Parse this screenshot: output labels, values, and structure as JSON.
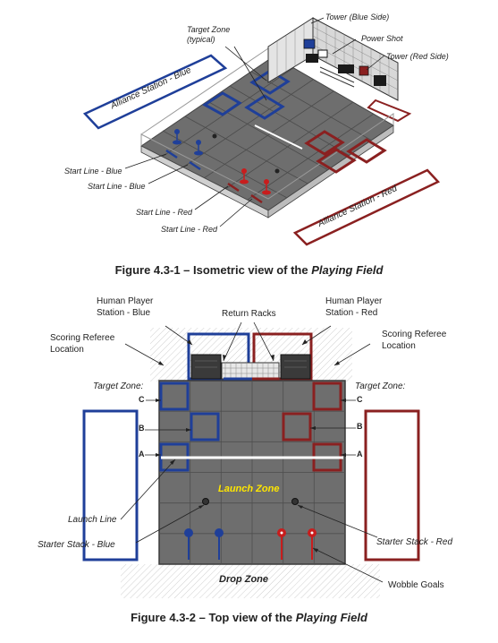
{
  "figure1": {
    "caption_prefix": "Figure 4.3-1 – Isometric view of the ",
    "caption_emph": "Playing Field",
    "labels": {
      "target_zone_1": "Target Zone",
      "target_zone_2": "(typical)",
      "tower_blue": "Tower (Blue Side)",
      "power_shot": "Power Shot",
      "tower_red": "Tower (Red Side)",
      "alliance_blue": "Alliance Station - Blue",
      "alliance_red": "Alliance Station - Red",
      "start_blue_1": "Start Line - Blue",
      "start_blue_2": "Start Line - Blue",
      "start_red_1": "Start Line - Red",
      "start_red_2": "Start Line - Red"
    }
  },
  "figure2": {
    "caption_prefix": "Figure 4.3-2 – Top view of the ",
    "caption_emph": "Playing Field",
    "labels": {
      "hp_blue_1": "Human Player",
      "hp_blue_2": "Station - Blue",
      "return_racks": "Return Racks",
      "hp_red_1": "Human Player",
      "hp_red_2": "Station - Red",
      "ref_left_1": "Scoring Referee",
      "ref_left_2": "Location",
      "ref_right_1": "Scoring Referee",
      "ref_right_2": "Location",
      "target_left": "Target Zone:",
      "target_right": "Target Zone:",
      "launch_zone": "Launch Zone",
      "launch_line": "Launch Line",
      "starter_blue": "Starter Stack - Blue",
      "starter_red": "Starter Stack - Red",
      "drop_zone": "Drop Zone",
      "wobble_goals": "Wobble Goals",
      "mark_c": "C",
      "mark_b": "B",
      "mark_a": "A"
    }
  },
  "colors": {
    "blue": "#1f3f99",
    "red": "#8a2020",
    "mat": "#6e6e6e",
    "grid": "#555555",
    "yellow": "#ffe600"
  }
}
